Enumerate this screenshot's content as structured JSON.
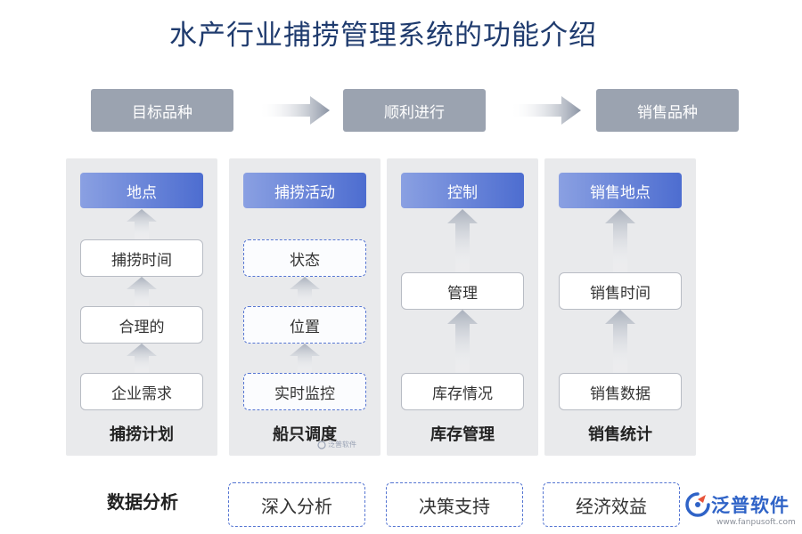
{
  "title": "水产行业捕捞管理系统的功能介绍",
  "top_flow": [
    "目标品种",
    "顺利进行",
    "销售品种"
  ],
  "columns": [
    {
      "head": "地点",
      "items": [
        "捕捞时间",
        "合理的",
        "企业需求"
      ],
      "footer": "捕捞计划"
    },
    {
      "head": "捕捞活动",
      "items": [
        "状态",
        "位置",
        "实时监控"
      ],
      "footer": "船只调度"
    },
    {
      "head": "控制",
      "items": [
        "管理",
        "库存情况"
      ],
      "footer": "库存管理"
    },
    {
      "head": "销售地点",
      "items": [
        "销售时间",
        "销售数据"
      ],
      "footer": "销售统计"
    }
  ],
  "bottom": {
    "label": "数据分析",
    "items": [
      "深入分析",
      "决策支持",
      "经济效益"
    ]
  },
  "watermark": "泛普软件",
  "logo": {
    "text": "泛普软件",
    "url": "www.fanpusoft.com",
    "icon": "fanpu-logo-icon"
  },
  "colors": {
    "accent": "#4d6dd0",
    "top_box": "#9ba3b0",
    "panel": "#e9eaec",
    "brand": "#2f63c7"
  }
}
